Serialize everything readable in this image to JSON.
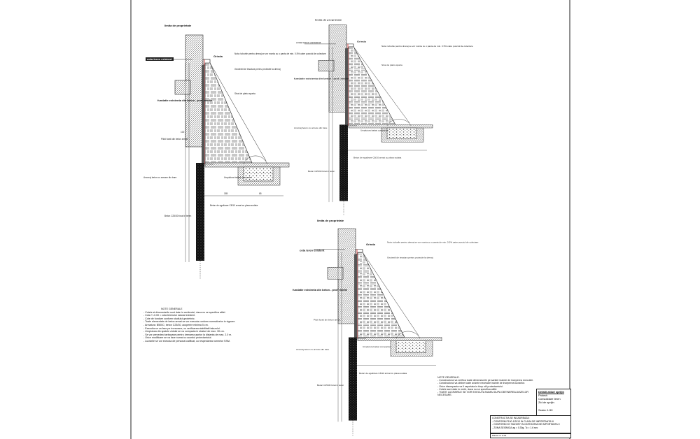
{
  "sheet": {
    "border_color": "#222222",
    "accent_red": "#cc2222"
  },
  "labels": {
    "property_limit": "limita de proprietate",
    "ground_level": "cota teren existent",
    "cap_beam": "Grinda",
    "neighbour_foundation": "fundatie existenta din beton - prof. medie",
    "note_tubes": "Nota: tuburile pentru drenaj se vor monta cu o panta de min. 0.5% catre punctul de colectare",
    "spacer_note": "Geotextil de tesatura pentru protectie la drenaj",
    "gravel": "Strat de piatra sparta",
    "pile_label": "Piloti forati din beton armat",
    "anchor_label": "Ancoraj beton cu armare din bare",
    "filling": "Umplutura balast compactat",
    "lean_concrete": "Beton de egalizare C8/10 armat cu plasa sudata",
    "pile_beton": "Beton C25/30 forat in teren",
    "dim_a": "185",
    "dim_b": "65",
    "dim_c": "100"
  },
  "notes": {
    "title": "NOTE GENERALE",
    "lines": [
      "- Cotele si dimensiunile sunt date in centimetri, daca nu se specifica altfel.",
      "- Cota +/-0.00 = cota terenului natural existent.",
      "- Cote de fundare conform studiului geotehnic.",
      "- Toate elementele de beton armat se vor executa conform normativelor in vigoare.",
      "- Armatura: B500C; beton C25/30, acoperire minima 5 cm.",
      "- Executia se va face pe tronsoane, cu verificarea stabilitatii taluzului.",
      "- Umplutura din spatele zidului se va compacta in straturi de max. 30 cm.",
      "- Se vor prevedea barbacane pentru drenarea apelor la distanta de max. 2.0 m.",
      "- Orice modificare se va face numai cu acordul proiectantului.",
      "- Lucrarile se vor executa de personal calificat, cu respectarea normelor SSM."
    ]
  },
  "title_block": {
    "notes_title": "NOTE GENERALE:",
    "notes": [
      "- Constructorul va verifica toate dimensiunile pe santier inainte de inceperea executiei.",
      "- Constructorul va obtine toate avizele necesare inainte de inceperea lucrarilor.",
      "- Orice discrepanta va fi raportata in timp util proiectantului.",
      "- Cotele sunt date in metri, daca nu se specifica altfel.",
      "- TOATE LUCRARILE SE VOR EXECUTA NUMAI DUPA OBTINEREA AVIZELOR NECESARE."
    ],
    "project_box_title": "Detalii ziduri sprijin",
    "project_label": "Proiect:",
    "project_lines": [
      "Consolidare teren",
      "Zid de sprijin"
    ],
    "scale_label": "Scara: 1:50",
    "classification_title": "CONSTRUCTIA SE INCADREAZA:",
    "classification": [
      "- CONFORM P100-1/2013 IN CLASA DE IMPORTANTA III",
      "- CONFORM HG 766/1997 IN CATEGORIA DE IMPORTANTA C",
      "- ZONA SEISMICA ag = 0.30g, Tc = 1.6 sec"
    ],
    "footer": "Plansa nr. Z-01"
  }
}
